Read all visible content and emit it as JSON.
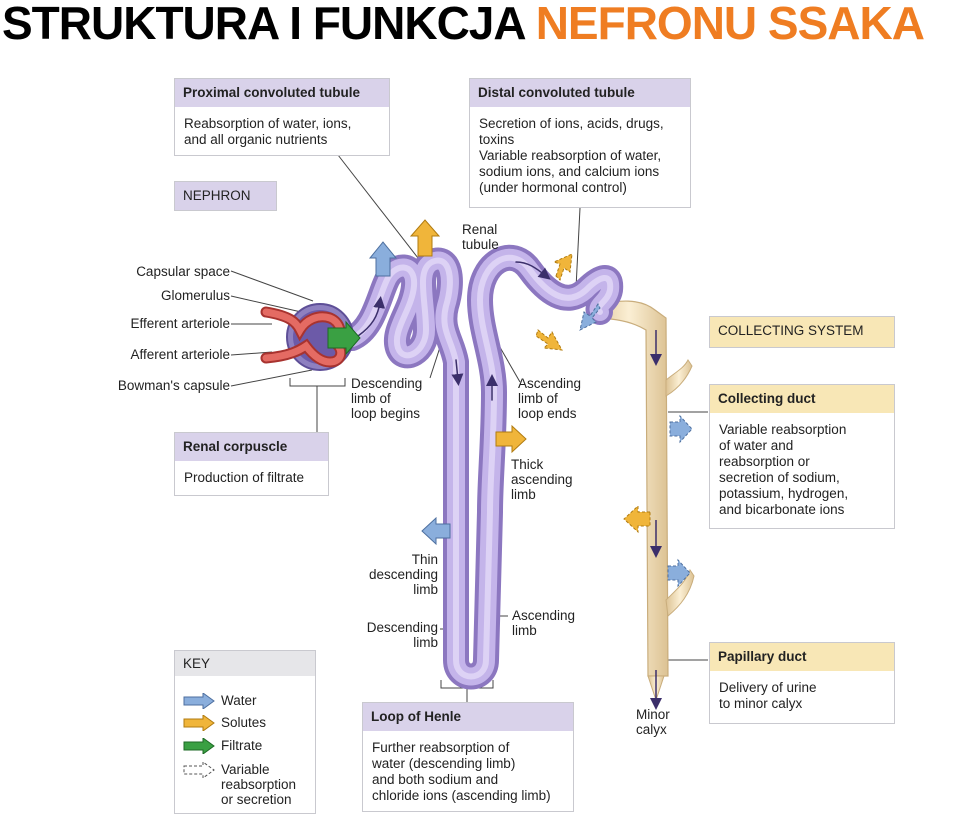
{
  "title": {
    "part1": "STRUKTURA I FUNKCJA ",
    "part2": "NEFRONU SSAKA"
  },
  "boxes": {
    "proximal": {
      "header": "Proximal convoluted tubule",
      "body": "Reabsorption of water, ions,\nand all organic nutrients"
    },
    "distal": {
      "header": "Distal convoluted tubule",
      "body": "Secretion of ions, acids, drugs,\ntoxins\nVariable reabsorption of water,\nsodium ions, and calcium ions\n(under hormonal control)"
    },
    "corpuscle": {
      "header": "Renal corpuscle",
      "body": "Production of filtrate"
    },
    "collecting_duct": {
      "header": "Collecting duct",
      "body": "Variable reabsorption\nof water and\nreabsorption or\nsecretion of sodium,\npotassium, hydrogen,\nand bicarbonate ions"
    },
    "papillary": {
      "header": "Papillary duct",
      "body": "Delivery of urine\nto minor calyx"
    },
    "loop": {
      "header": "Loop of Henle",
      "body": "Further reabsorption of\nwater (descending limb)\nand both sodium and\nchloride ions (ascending limb)"
    }
  },
  "tags": {
    "nephron": "NEPHRON",
    "collecting_system": "COLLECTING SYSTEM"
  },
  "labels": {
    "renal_tubule": "Renal\ntubule",
    "capsular_space": "Capsular space",
    "glomerulus": "Glomerulus",
    "efferent": "Efferent arteriole",
    "afferent": "Afferent arteriole",
    "bowmans": "Bowman's capsule",
    "desc_begins": "Descending\nlimb of\nloop begins",
    "asc_ends": "Ascending\nlimb of\nloop ends",
    "thick_asc": "Thick\nascending\nlimb",
    "thin_desc": "Thin\ndescending\nlimb",
    "desc_limb": "Descending\nlimb",
    "asc_limb": "Ascending\nlimb",
    "minor_calyx": "Minor\ncalyx"
  },
  "key": {
    "header": "KEY",
    "items": [
      {
        "label": "Water",
        "icon": "water-arrow-icon",
        "color": "#8aaedc"
      },
      {
        "label": "Solutes",
        "icon": "solutes-arrow-icon",
        "color": "#f0b53a"
      },
      {
        "label": "Filtrate",
        "icon": "filtrate-arrow-icon",
        "color": "#3aa043"
      },
      {
        "label": "Variable\nreabsorption\nor secretion",
        "icon": "variable-arrow-icon",
        "color": "#ffffff"
      }
    ]
  },
  "colors": {
    "tubule": "#b7a6dc",
    "tubule_dark": "#8c77c0",
    "duct": "#f0dcb4",
    "vessel": "#e2615c",
    "title_accent": "#ef7d22"
  }
}
